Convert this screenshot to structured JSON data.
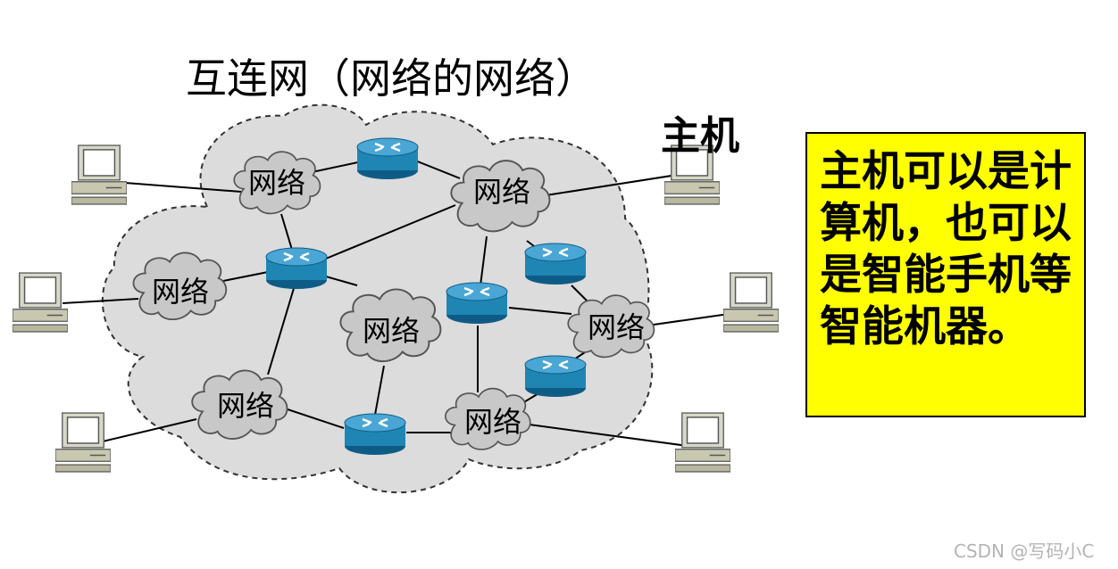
{
  "title": "互连网（网络的网络）",
  "host_label": "主机",
  "note": "主机可以是计算机，也可以是智能手机等智能机器。",
  "network_label": "网络",
  "watermark": "CSDN @写码小C",
  "colors": {
    "internet_cloud": "#e0e0e0",
    "network_cloud": "#c8c8c8",
    "router": "#1f86b4",
    "note_background": "#ffff00",
    "host": "#c8c8b0"
  },
  "icons": [
    "network-cloud-icon",
    "router-icon",
    "host-computer-icon"
  ]
}
